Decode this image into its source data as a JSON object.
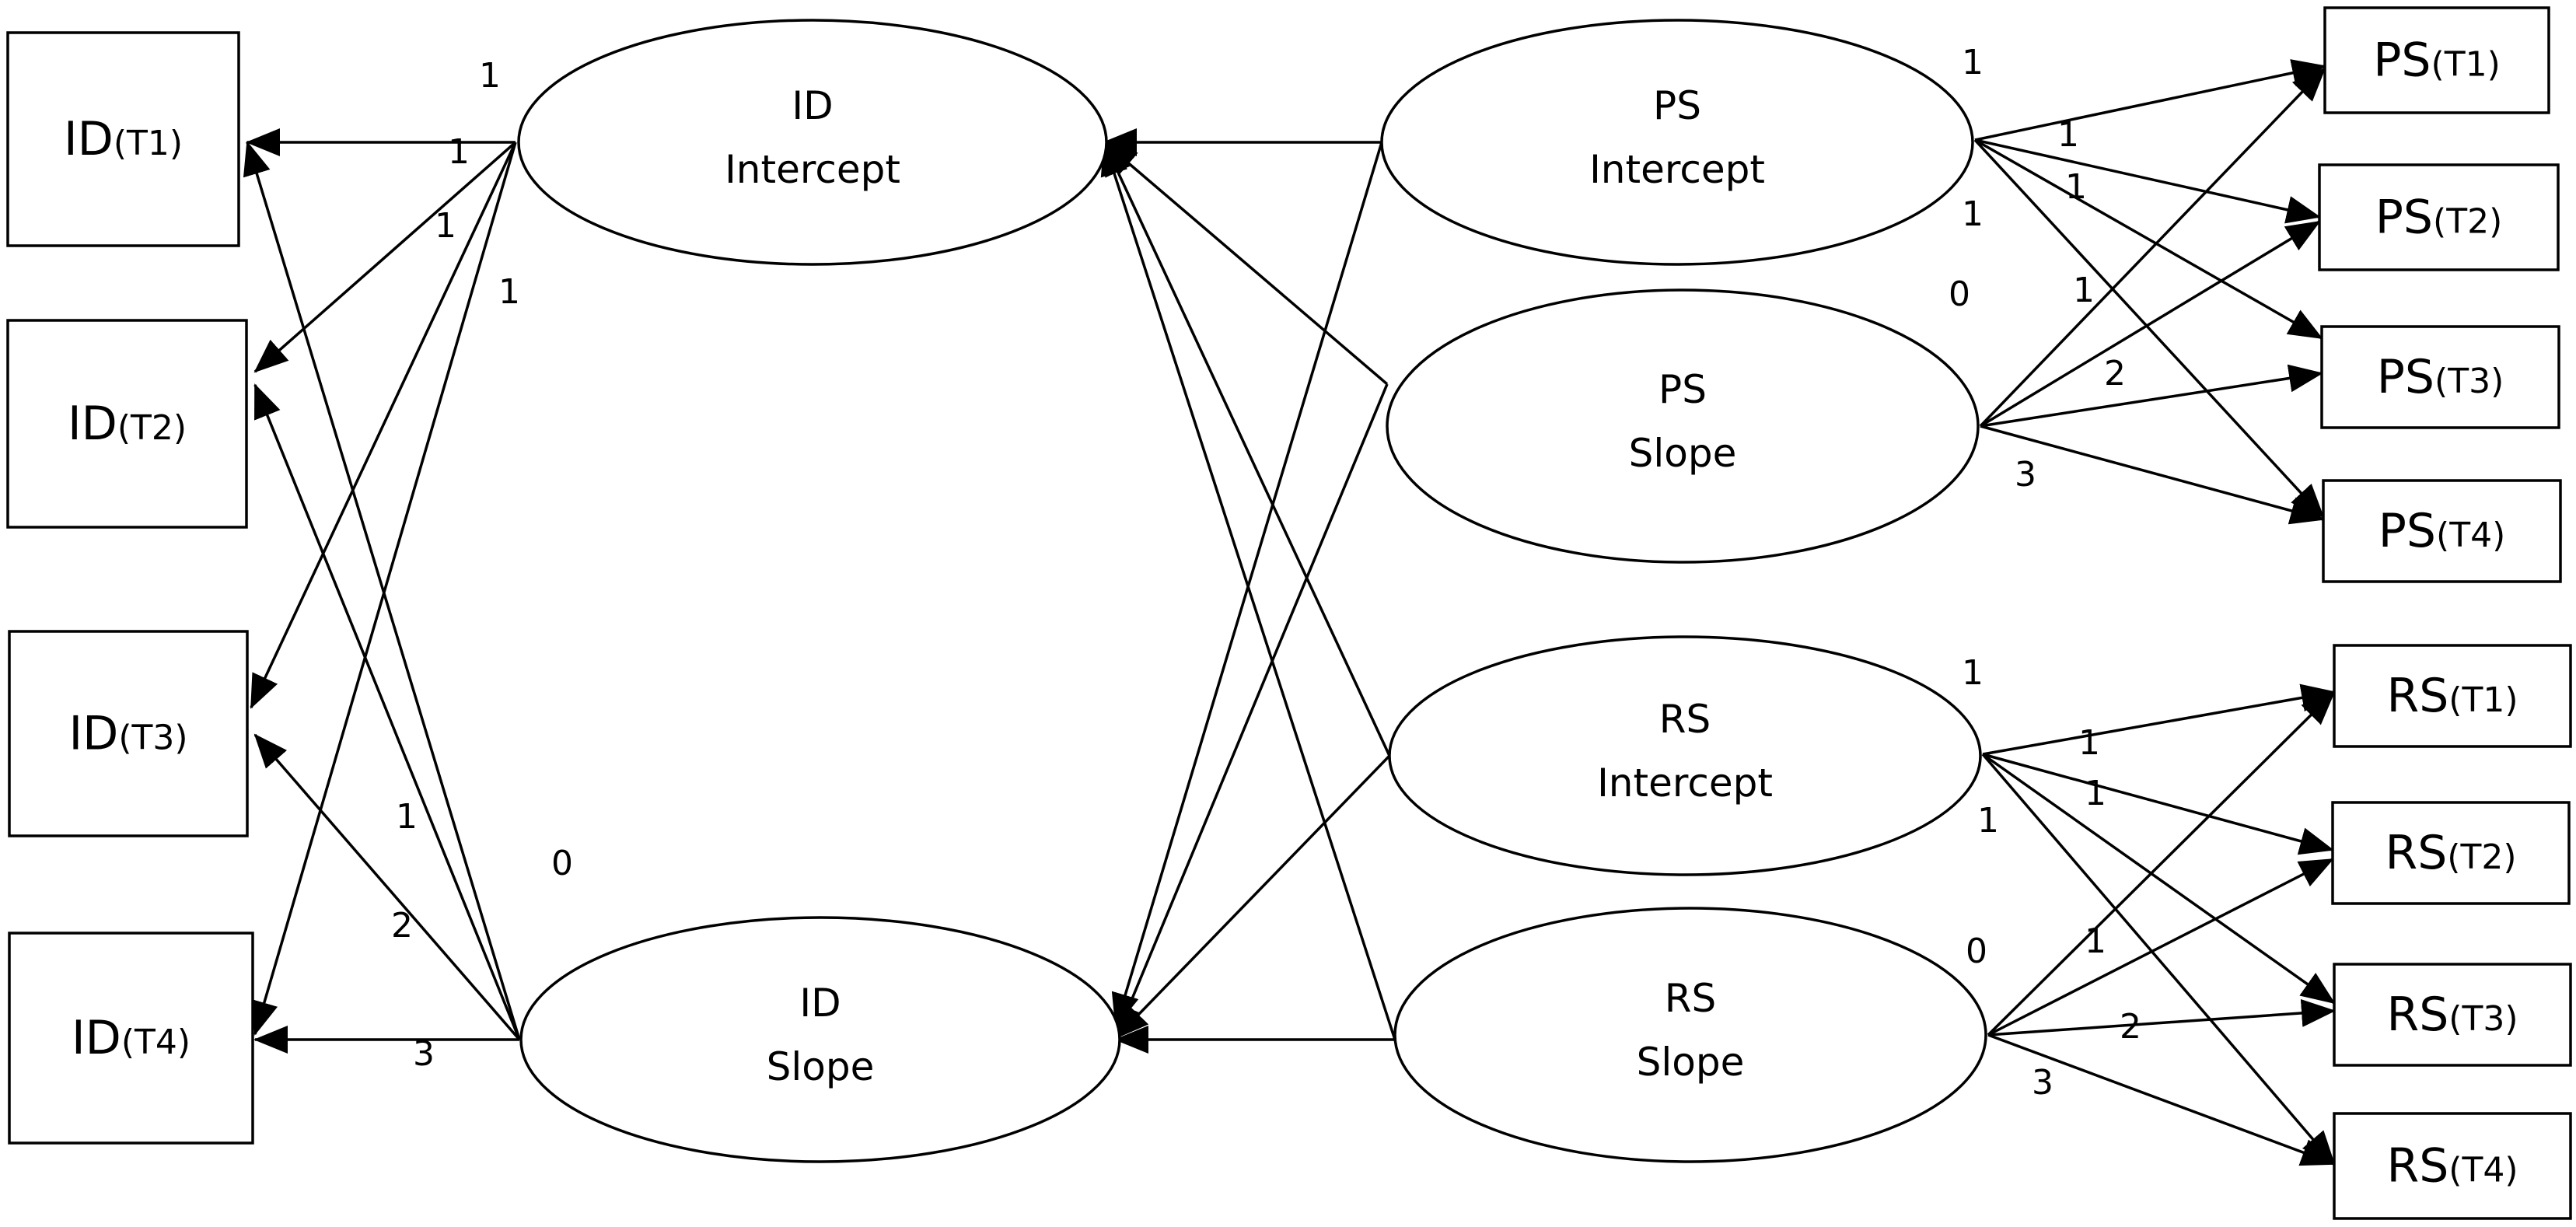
{
  "latents": {
    "id_intercept": [
      "ID",
      "Intercept"
    ],
    "id_slope": [
      "ID",
      "Slope"
    ],
    "ps_intercept": [
      "PS",
      "Intercept"
    ],
    "ps_slope": [
      "PS",
      "Slope"
    ],
    "rs_intercept": [
      "RS",
      "Intercept"
    ],
    "rs_slope": [
      "RS",
      "Slope"
    ]
  },
  "indicators": {
    "id_t1": {
      "main": "ID",
      "sub": "(T1)"
    },
    "id_t2": {
      "main": "ID",
      "sub": "(T2)"
    },
    "id_t3": {
      "main": "ID",
      "sub": "(T3)"
    },
    "id_t4": {
      "main": "ID",
      "sub": "(T4)"
    },
    "ps_t1": {
      "main": "PS",
      "sub": "(T1)"
    },
    "ps_t2": {
      "main": "PS",
      "sub": "(T2)"
    },
    "ps_t3": {
      "main": "PS",
      "sub": "(T3)"
    },
    "ps_t4": {
      "main": "PS",
      "sub": "(T4)"
    },
    "rs_t1": {
      "main": "RS",
      "sub": "(T1)"
    },
    "rs_t2": {
      "main": "RS",
      "sub": "(T2)"
    },
    "rs_t3": {
      "main": "RS",
      "sub": "(T3)"
    },
    "rs_t4": {
      "main": "RS",
      "sub": "(T4)"
    }
  },
  "edges": [
    {
      "from": "id_intercept",
      "to": "id_t1",
      "label": "1"
    },
    {
      "from": "id_intercept",
      "to": "id_t2",
      "label": "1"
    },
    {
      "from": "id_intercept",
      "to": "id_t3",
      "label": "1"
    },
    {
      "from": "id_intercept",
      "to": "id_t4",
      "label": "1"
    },
    {
      "from": "id_slope",
      "to": "id_t1",
      "label": "0"
    },
    {
      "from": "id_slope",
      "to": "id_t2",
      "label": "1"
    },
    {
      "from": "id_slope",
      "to": "id_t3",
      "label": "2"
    },
    {
      "from": "id_slope",
      "to": "id_t4",
      "label": "3"
    },
    {
      "from": "ps_intercept",
      "to": "ps_t1",
      "label": "1"
    },
    {
      "from": "ps_intercept",
      "to": "ps_t2",
      "label": "1"
    },
    {
      "from": "ps_intercept",
      "to": "ps_t3",
      "label": "1"
    },
    {
      "from": "ps_intercept",
      "to": "ps_t4",
      "label": "1"
    },
    {
      "from": "ps_slope",
      "to": "ps_t1",
      "label": "0"
    },
    {
      "from": "ps_slope",
      "to": "ps_t2",
      "label": "1"
    },
    {
      "from": "ps_slope",
      "to": "ps_t3",
      "label": "2"
    },
    {
      "from": "ps_slope",
      "to": "ps_t4",
      "label": "3"
    },
    {
      "from": "rs_intercept",
      "to": "rs_t1",
      "label": "1"
    },
    {
      "from": "rs_intercept",
      "to": "rs_t2",
      "label": "1"
    },
    {
      "from": "rs_intercept",
      "to": "rs_t3",
      "label": "1"
    },
    {
      "from": "rs_intercept",
      "to": "rs_t4",
      "label": "1"
    },
    {
      "from": "rs_slope",
      "to": "rs_t1",
      "label": "0"
    },
    {
      "from": "rs_slope",
      "to": "rs_t2",
      "label": "1"
    },
    {
      "from": "rs_slope",
      "to": "rs_t3",
      "label": "2"
    },
    {
      "from": "rs_slope",
      "to": "rs_t4",
      "label": "3"
    },
    {
      "from": "ps_intercept",
      "to": "id_intercept",
      "label": ""
    },
    {
      "from": "ps_intercept",
      "to": "id_slope",
      "label": ""
    },
    {
      "from": "ps_slope",
      "to": "id_intercept",
      "label": ""
    },
    {
      "from": "ps_slope",
      "to": "id_slope",
      "label": ""
    },
    {
      "from": "rs_intercept",
      "to": "id_intercept",
      "label": ""
    },
    {
      "from": "rs_intercept",
      "to": "id_slope",
      "label": ""
    },
    {
      "from": "rs_slope",
      "to": "id_intercept",
      "label": ""
    },
    {
      "from": "rs_slope",
      "to": "id_slope",
      "label": ""
    }
  ]
}
